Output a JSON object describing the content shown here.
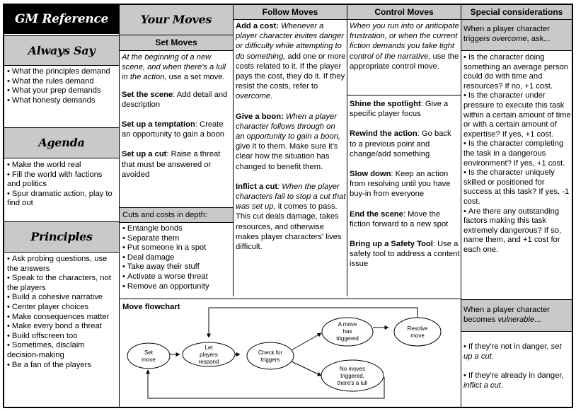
{
  "gm_reference": {
    "title": "GM Reference",
    "always_say": {
      "title": "Always Say",
      "items": [
        "What the principles demand",
        "What the rules demand",
        "What your prep demands",
        "What honesty demands"
      ]
    },
    "agenda": {
      "title": "Agenda",
      "items": [
        "Make the world real",
        "Fill the world with factions and politics",
        "Spur dramatic action, play to find out"
      ]
    },
    "principles": {
      "title": "Principles",
      "items": [
        "Ask probing questions, use the answers",
        "Speak to the characters, not the players",
        "Build a cohesive narrative",
        "Center player choices",
        "Make consequences matter",
        "Make every bond a threat",
        "Build offscreen too",
        "Sometimes, disclaim decision-making",
        "Be a fan of the players"
      ]
    }
  },
  "your_moves": {
    "title": "Your Moves",
    "set_moves": {
      "title": "Set Moves",
      "intro_a": "At the beginning of a new scene, and when there's a lull in the action,",
      "intro_b": " use a set move.",
      "moves": [
        {
          "name": "Set the scene",
          "text": ": Add detail and description"
        },
        {
          "name": "Set up a temptation",
          "text": ": Create an opportunity to gain a boon"
        },
        {
          "name": "Set up a cut",
          "text": ": Raise a threat that must be answered or avoided"
        }
      ]
    },
    "cuts_costs": {
      "title": "Cuts and costs in depth:",
      "items": [
        "Entangle bonds",
        "Separate them",
        "Put someone in a spot",
        "Deal damage",
        "Take away their stuff",
        "Activate a worse threat",
        "Remove an opportunity"
      ]
    }
  },
  "follow_moves": {
    "title": "Follow Moves",
    "moves": [
      {
        "name": "Add a cost:",
        "trigger": " Whenever a player character invites danger or difficulty while attempting to do something,",
        "text": " add one or more costs related to it. If the player pays the cost, they do it. If they resist the costs, refer to ",
        "tail": "overcome",
        "end": "."
      },
      {
        "name": "Give a boon:",
        "trigger": " When a player character follows through on an opportunity to gain a boon,",
        "text": " give it to them. Make sure it's clear how the situation has changed to benefit them.",
        "tail": "",
        "end": ""
      },
      {
        "name": "Inflict a cut",
        "trigger": ": When the player characters fail to stop a cut that was set up,",
        "text": " it comes to pass. This cut deals damage, takes resources, and otherwise makes player characters' lives difficult.",
        "tail": "",
        "end": ""
      }
    ]
  },
  "control_moves": {
    "title": "Control Moves",
    "intro_a": "When you run into or anticipate frustration, or when the current fiction demands you take tight control of the narrative,",
    "intro_b": " use the appropriate control move.",
    "moves": [
      {
        "name": "Shine the spotlight",
        "text": ": Give a specific player focus"
      },
      {
        "name": "Rewind the action",
        "text": ": Go back to a previous point and change/add something"
      },
      {
        "name": "Slow down",
        "text": ": Keep an action from resolving until you have buy-in from everyone"
      },
      {
        "name": "End the scene",
        "text": ": Move the fiction forward to a new spot"
      },
      {
        "name": "Bring up a Safety Tool",
        "text": ": Use a safety tool to address a content issue"
      }
    ]
  },
  "special": {
    "title": "Special considerations",
    "overcome_head_a": "When a player character triggers ",
    "overcome_head_i": "overcome",
    "overcome_head_b": ", ask...",
    "overcome_items": [
      "Is the character doing something an average person could do with time and resources? If no, +1 cost.",
      "Is the character under pressure to execute this task within a certain amount of time or with a certain amount of expertise? If yes, +1 cost.",
      "Is the character completing the task in a dangerous environment? If yes, +1 cost.",
      "Is the character uniquely skilled or positioned for success at this task? If yes, -1 cost.",
      "Are there any outstanding factors making this task extremely dangerous? If so, name them, and +1 cost for each one."
    ],
    "vulnerable_head_a": "When a player character becomes ",
    "vulnerable_head_i": "vulnerable",
    "vulnerable_head_b": "...",
    "vuln_1_a": "If they're not in danger, ",
    "vuln_1_i": "set up a cut",
    "vuln_1_b": ".",
    "vuln_2_a": "If they're already in danger, ",
    "vuln_2_i": "inflict a cut",
    "vuln_2_b": "."
  },
  "flowchart": {
    "title": "Move flowchart",
    "nodes": {
      "set_move": [
        "Set",
        "move"
      ],
      "let_players": [
        "Let",
        "players",
        "respond"
      ],
      "check_triggers": [
        "Check for",
        "triggers"
      ],
      "move_triggered": [
        "A move",
        "has",
        "triggered"
      ],
      "resolve": [
        "Resolve",
        "move"
      ],
      "no_moves": [
        "No moves",
        "triggered,",
        "there's a lull"
      ]
    }
  },
  "colors": {
    "header_black": "#000000",
    "header_grey": "#c9c9c9",
    "border": "#000000"
  }
}
